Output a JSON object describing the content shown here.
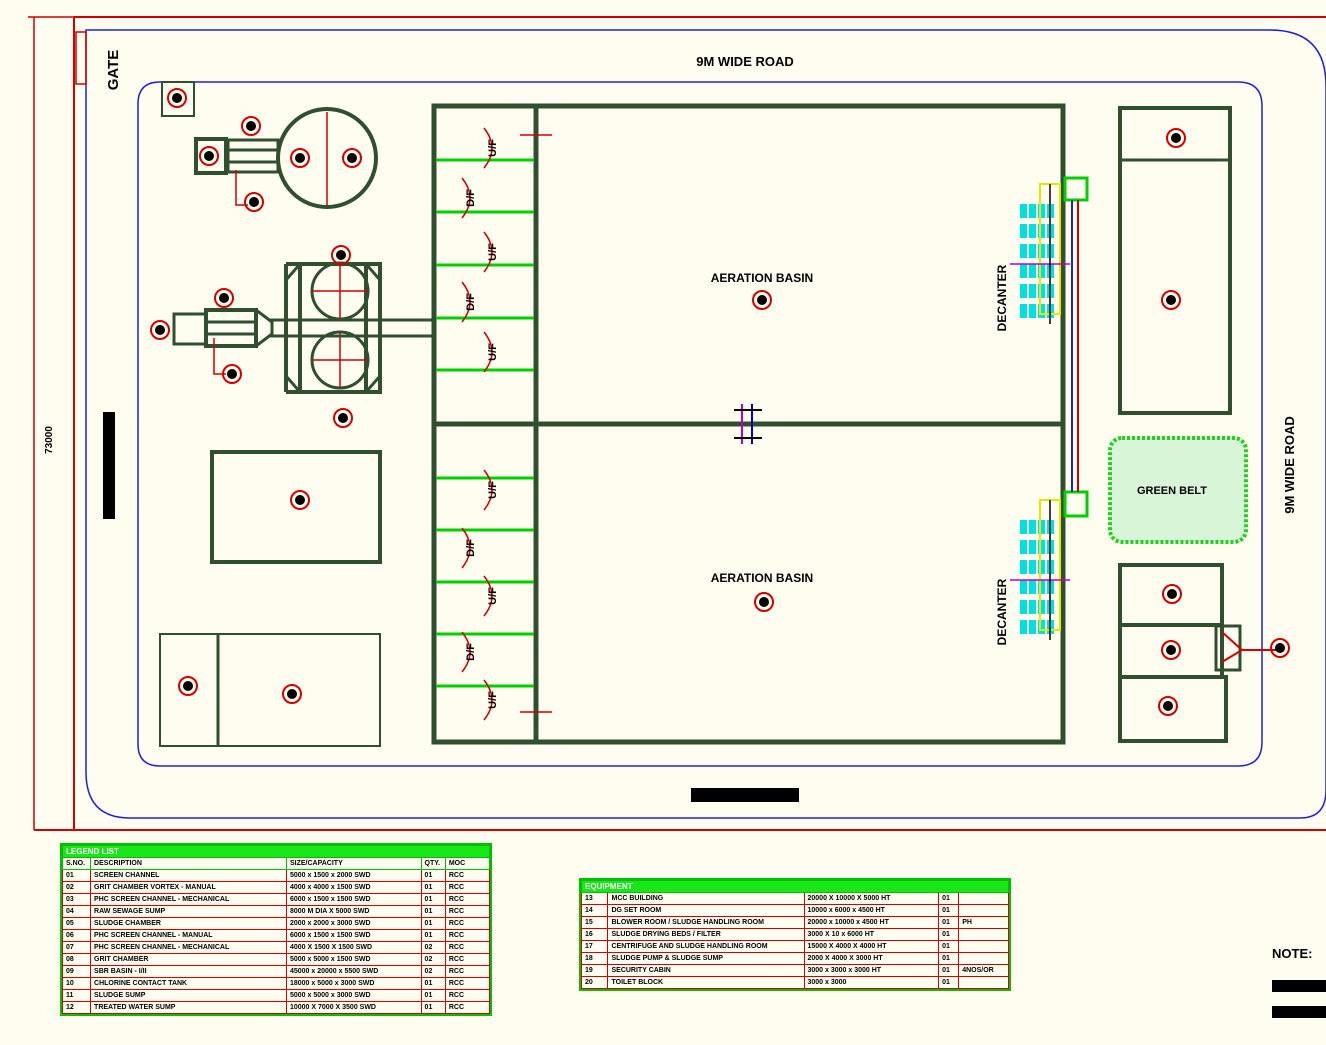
{
  "labels": {
    "gate": "GATE",
    "road_top": "9M WIDE ROAD",
    "road_right": "9M WIDE ROAD",
    "dimension_left": "73000",
    "aeration_top": "AERATION BASIN",
    "aeration_bottom": "AERATION BASIN",
    "decanter_top": "DECANTER",
    "decanter_bottom": "DECANTER",
    "green_belt": "GREEN BELT",
    "uf_label": "U/F",
    "df_label": "D/F",
    "note": "NOTE:"
  },
  "colors": {
    "background": "#fffcf0",
    "structure": "#2f4f2f",
    "boundary": "#d40000",
    "road": "#1e1ee6",
    "pipe": "#00d000",
    "marker": "#d40000",
    "diffuser": "#00e0e0",
    "green_belt": "#1ed21e"
  },
  "legend_table": {
    "title": "LEGEND LIST",
    "header": [
      "S.NO.",
      "DESCRIPTION",
      "SIZE/CAPACITY",
      "QTY.",
      "MOC"
    ],
    "rows": [
      [
        "01",
        "SCREEN CHANNEL",
        "5000 x 1500 x 2000 SWD",
        "01",
        "RCC"
      ],
      [
        "02",
        "GRIT CHAMBER VORTEX - MANUAL",
        "4000 x 4000 x 1500 SWD",
        "01",
        "RCC"
      ],
      [
        "03",
        "PHC SCREEN CHANNEL - MECHANICAL",
        "6000 x 1500 x 1500 SWD",
        "01",
        "RCC"
      ],
      [
        "04",
        "RAW SEWAGE SUMP",
        "8000 M DIA X 5000 SWD",
        "01",
        "RCC"
      ],
      [
        "05",
        "SLUDGE CHAMBER",
        "2000 x 2000 x 3000 SWD",
        "01",
        "RCC"
      ],
      [
        "06",
        "PHC SCREEN CHANNEL - MANUAL",
        "6000 x 1500 x 1500 SWD",
        "01",
        "RCC"
      ],
      [
        "07",
        "PHC SCREEN CHANNEL - MECHANICAL",
        "4000 X 1500 X 1500 SWD",
        "02",
        "RCC"
      ],
      [
        "08",
        "GRIT CHAMBER",
        "5000 x 5000 x 1500 SWD",
        "02",
        "RCC"
      ],
      [
        "09",
        "SBR BASIN - I/II",
        "45000 x 20000 x 5500 SWD",
        "02",
        "RCC"
      ],
      [
        "10",
        "CHLORINE CONTACT TANK",
        "18000 x 5000 x 3000 SWD",
        "01",
        "RCC"
      ],
      [
        "11",
        "SLUDGE SUMP",
        "5000 x 5000 x 3000 SWD",
        "01",
        "RCC"
      ],
      [
        "12",
        "TREATED WATER SUMP",
        "10000 X 7000 X 3500 SWD",
        "01",
        "RCC"
      ]
    ]
  },
  "equipment_table": {
    "title": "EQUIPMENT",
    "rows": [
      [
        "13",
        "MCC BUILDING",
        "20000 X 10000 X 5000 HT",
        "01",
        ""
      ],
      [
        "14",
        "DG SET ROOM",
        "10000 x 6000 x 4500 HT",
        "01",
        ""
      ],
      [
        "15",
        "BLOWER ROOM / SLUDGE HANDLING ROOM",
        "20000 x 10000 x 4500 HT",
        "01",
        "PH"
      ],
      [
        "16",
        "SLUDGE DRYING BEDS / FILTER",
        "3000 X 10 x 6000 HT",
        "01",
        ""
      ],
      [
        "17",
        "CENTRIFUGE AND SLUDGE HANDLING ROOM",
        "15000 X 4000 X 4000 HT",
        "01",
        ""
      ],
      [
        "18",
        "SLUDGE PUMP & SLUDGE SUMP",
        "2000 X 4000 X 3000 HT",
        "01",
        ""
      ],
      [
        "19",
        "SECURITY CABIN",
        "3000 x 3000 x 3000 HT",
        "01",
        "4NOS/OR"
      ],
      [
        "20",
        "TOILET BLOCK",
        "3000 x 3000",
        "01",
        ""
      ]
    ]
  }
}
